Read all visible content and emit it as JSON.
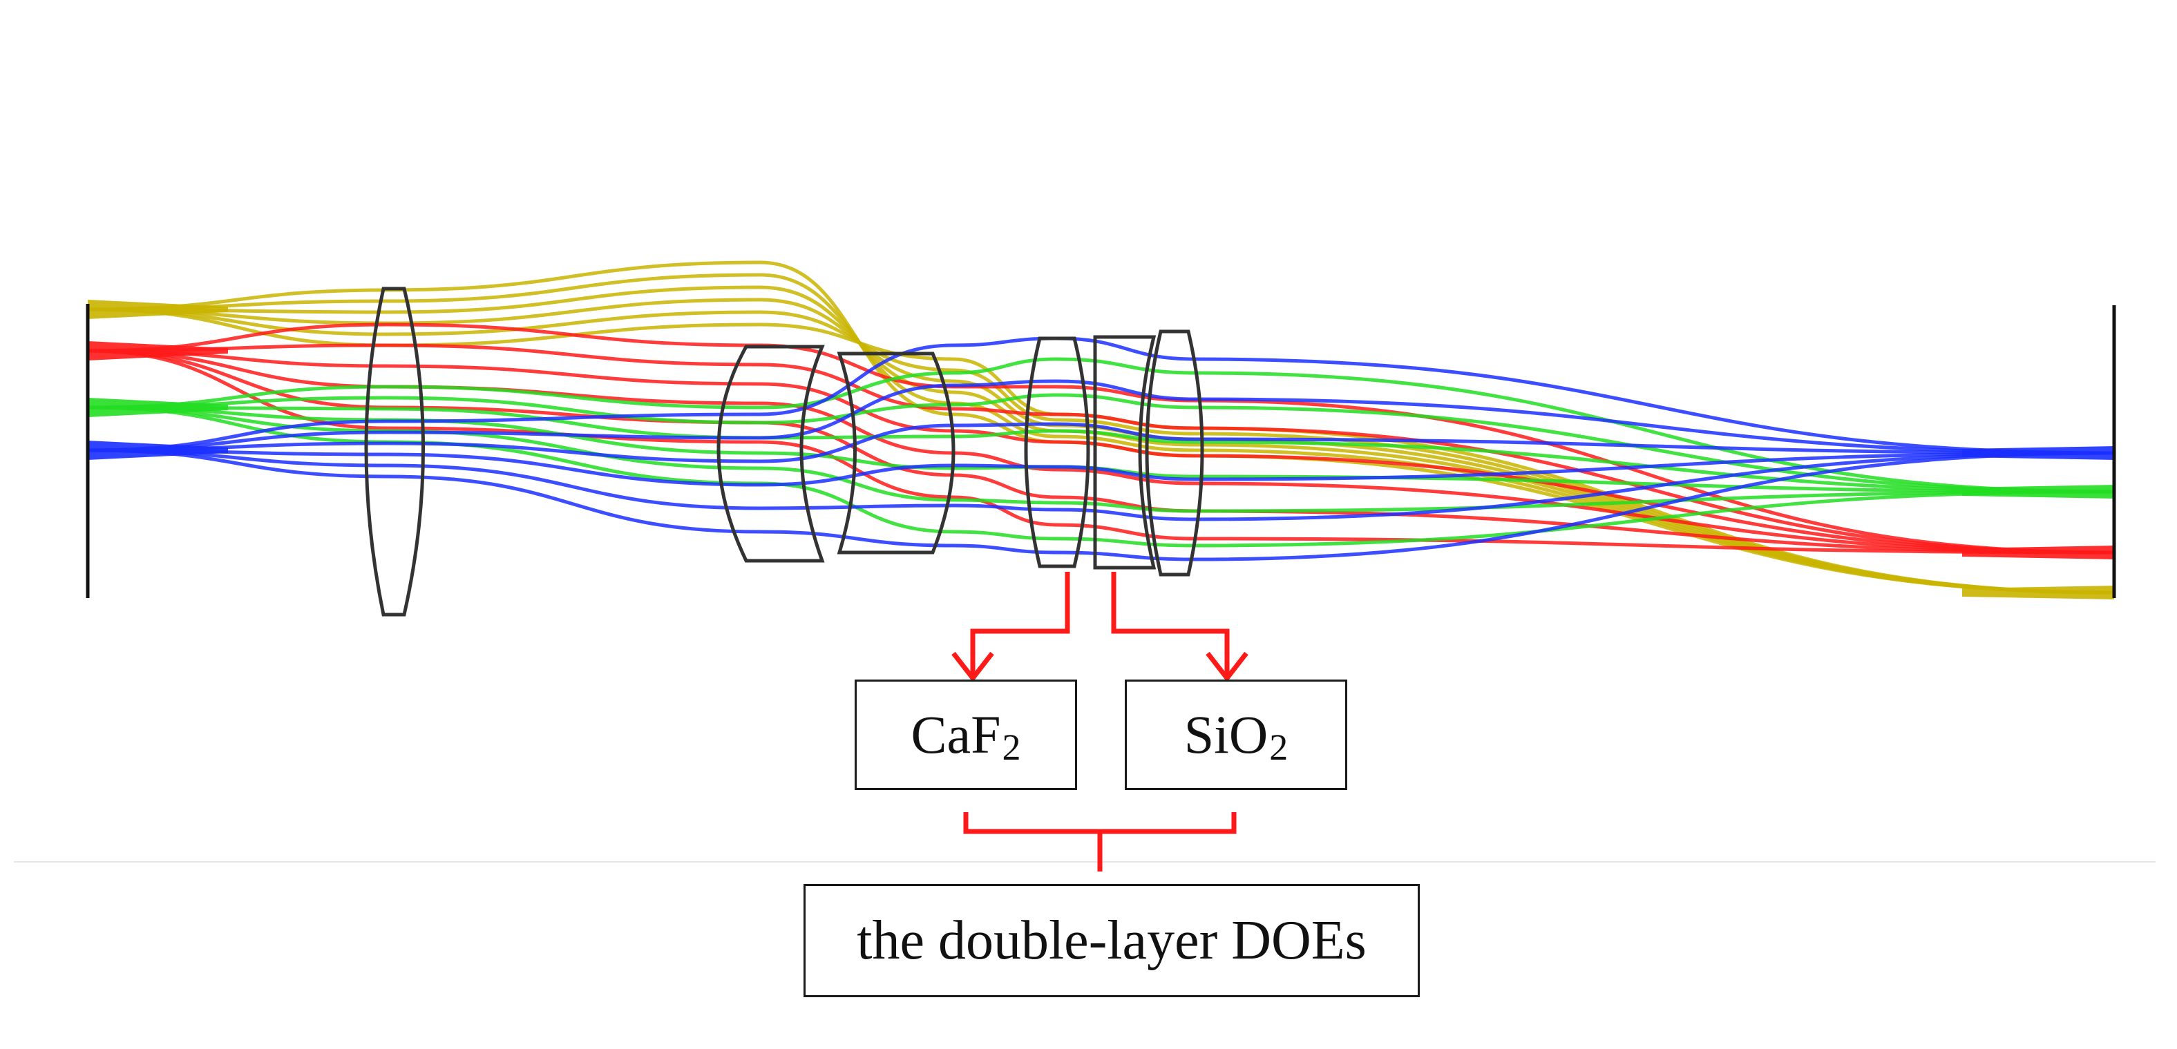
{
  "labels": {
    "caf2": {
      "main": "CaF",
      "sub": "2"
    },
    "sio2": {
      "main": "SiO",
      "sub": "2"
    },
    "doe": "the double-layer DOEs"
  },
  "colors": {
    "field_yellow": "#c9b400",
    "field_red": "#ff1a1a",
    "field_green": "#22dd22",
    "field_blue": "#1a2fff",
    "lens_outline": "#333333",
    "annotation": "#ff1a1a"
  },
  "icons": [
    "arrow-down-icon",
    "bracket-icon"
  ]
}
